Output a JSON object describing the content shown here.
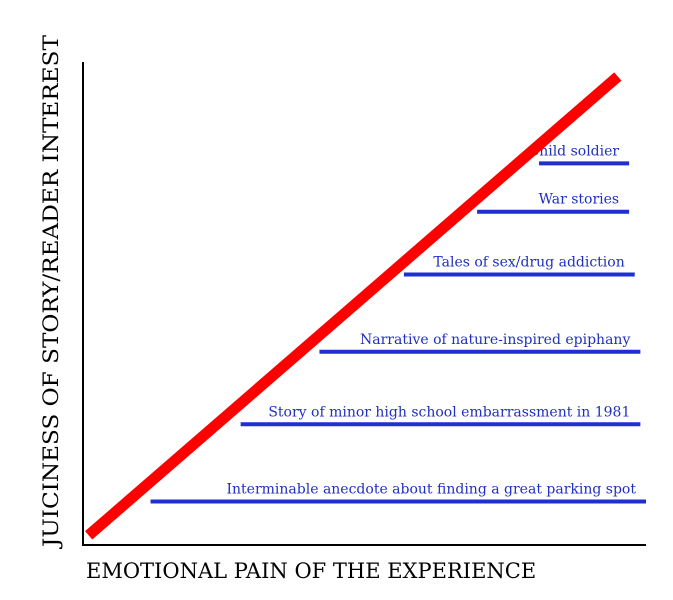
{
  "chart_data": {
    "type": "line",
    "title": "",
    "xlabel": "EMOTIONAL PAIN OF THE EXPERIENCE",
    "ylabel": "JUICINESS OF STORY/READER INTEREST",
    "xlim": [
      0,
      100
    ],
    "ylim": [
      0,
      100
    ],
    "grid": false,
    "legend": "none",
    "trend": {
      "x": [
        1,
        95
      ],
      "y": [
        2,
        97
      ],
      "color": "#ff0000"
    },
    "levels": [
      {
        "label": "Interminable anecdote about finding a great parking spot",
        "x_start": 12,
        "x_end": 100,
        "y": 9
      },
      {
        "label": "Story of minor high school embarrassment in 1981",
        "x_start": 28,
        "x_end": 99,
        "y": 25
      },
      {
        "label": "Narrative of nature-inspired epiphany",
        "x_start": 42,
        "x_end": 99,
        "y": 40
      },
      {
        "label": "Tales of sex/drug addiction",
        "x_start": 57,
        "x_end": 98,
        "y": 56
      },
      {
        "label": "War stories",
        "x_start": 70,
        "x_end": 97,
        "y": 69
      },
      {
        "label": "Child soldier",
        "x_start": 81,
        "x_end": 97,
        "y": 79
      }
    ],
    "colors": {
      "trend": "#ff0000",
      "levels": "#1f2fd1",
      "label_text": "#1f2fc0",
      "axis": "#000000"
    }
  }
}
